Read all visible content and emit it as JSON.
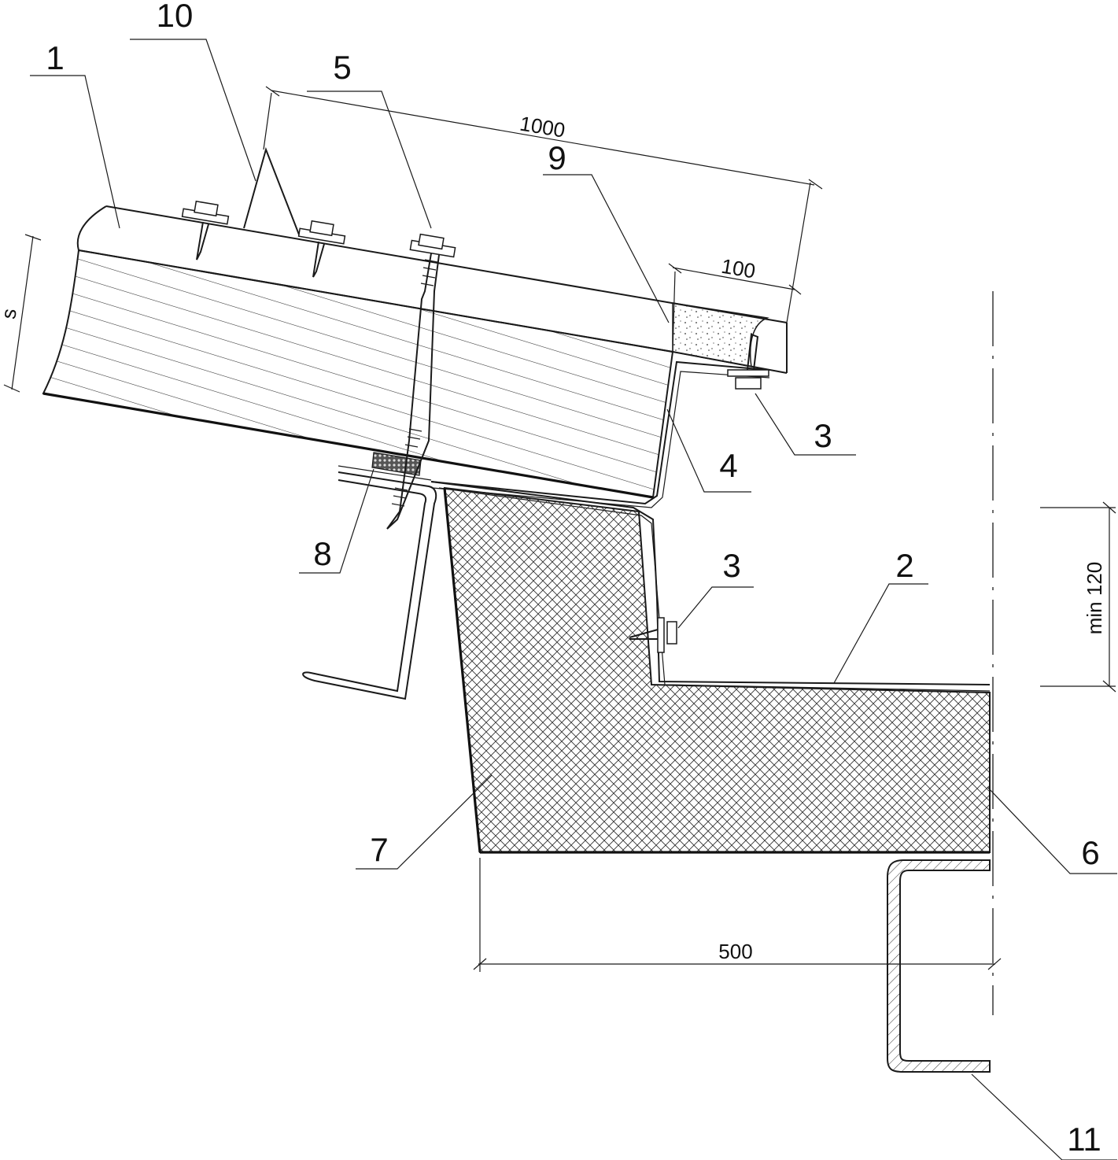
{
  "callouts": {
    "c1": "1",
    "c2": "2",
    "c3a": "3",
    "c3b": "3",
    "c4": "4",
    "c5": "5",
    "c6": "6",
    "c7": "7",
    "c8": "8",
    "c9": "9",
    "c10": "10",
    "c11": "11"
  },
  "dimensions": {
    "d1000": "1000",
    "d100": "100",
    "d500": "500",
    "dmin120": "min 120",
    "ds": "s"
  }
}
